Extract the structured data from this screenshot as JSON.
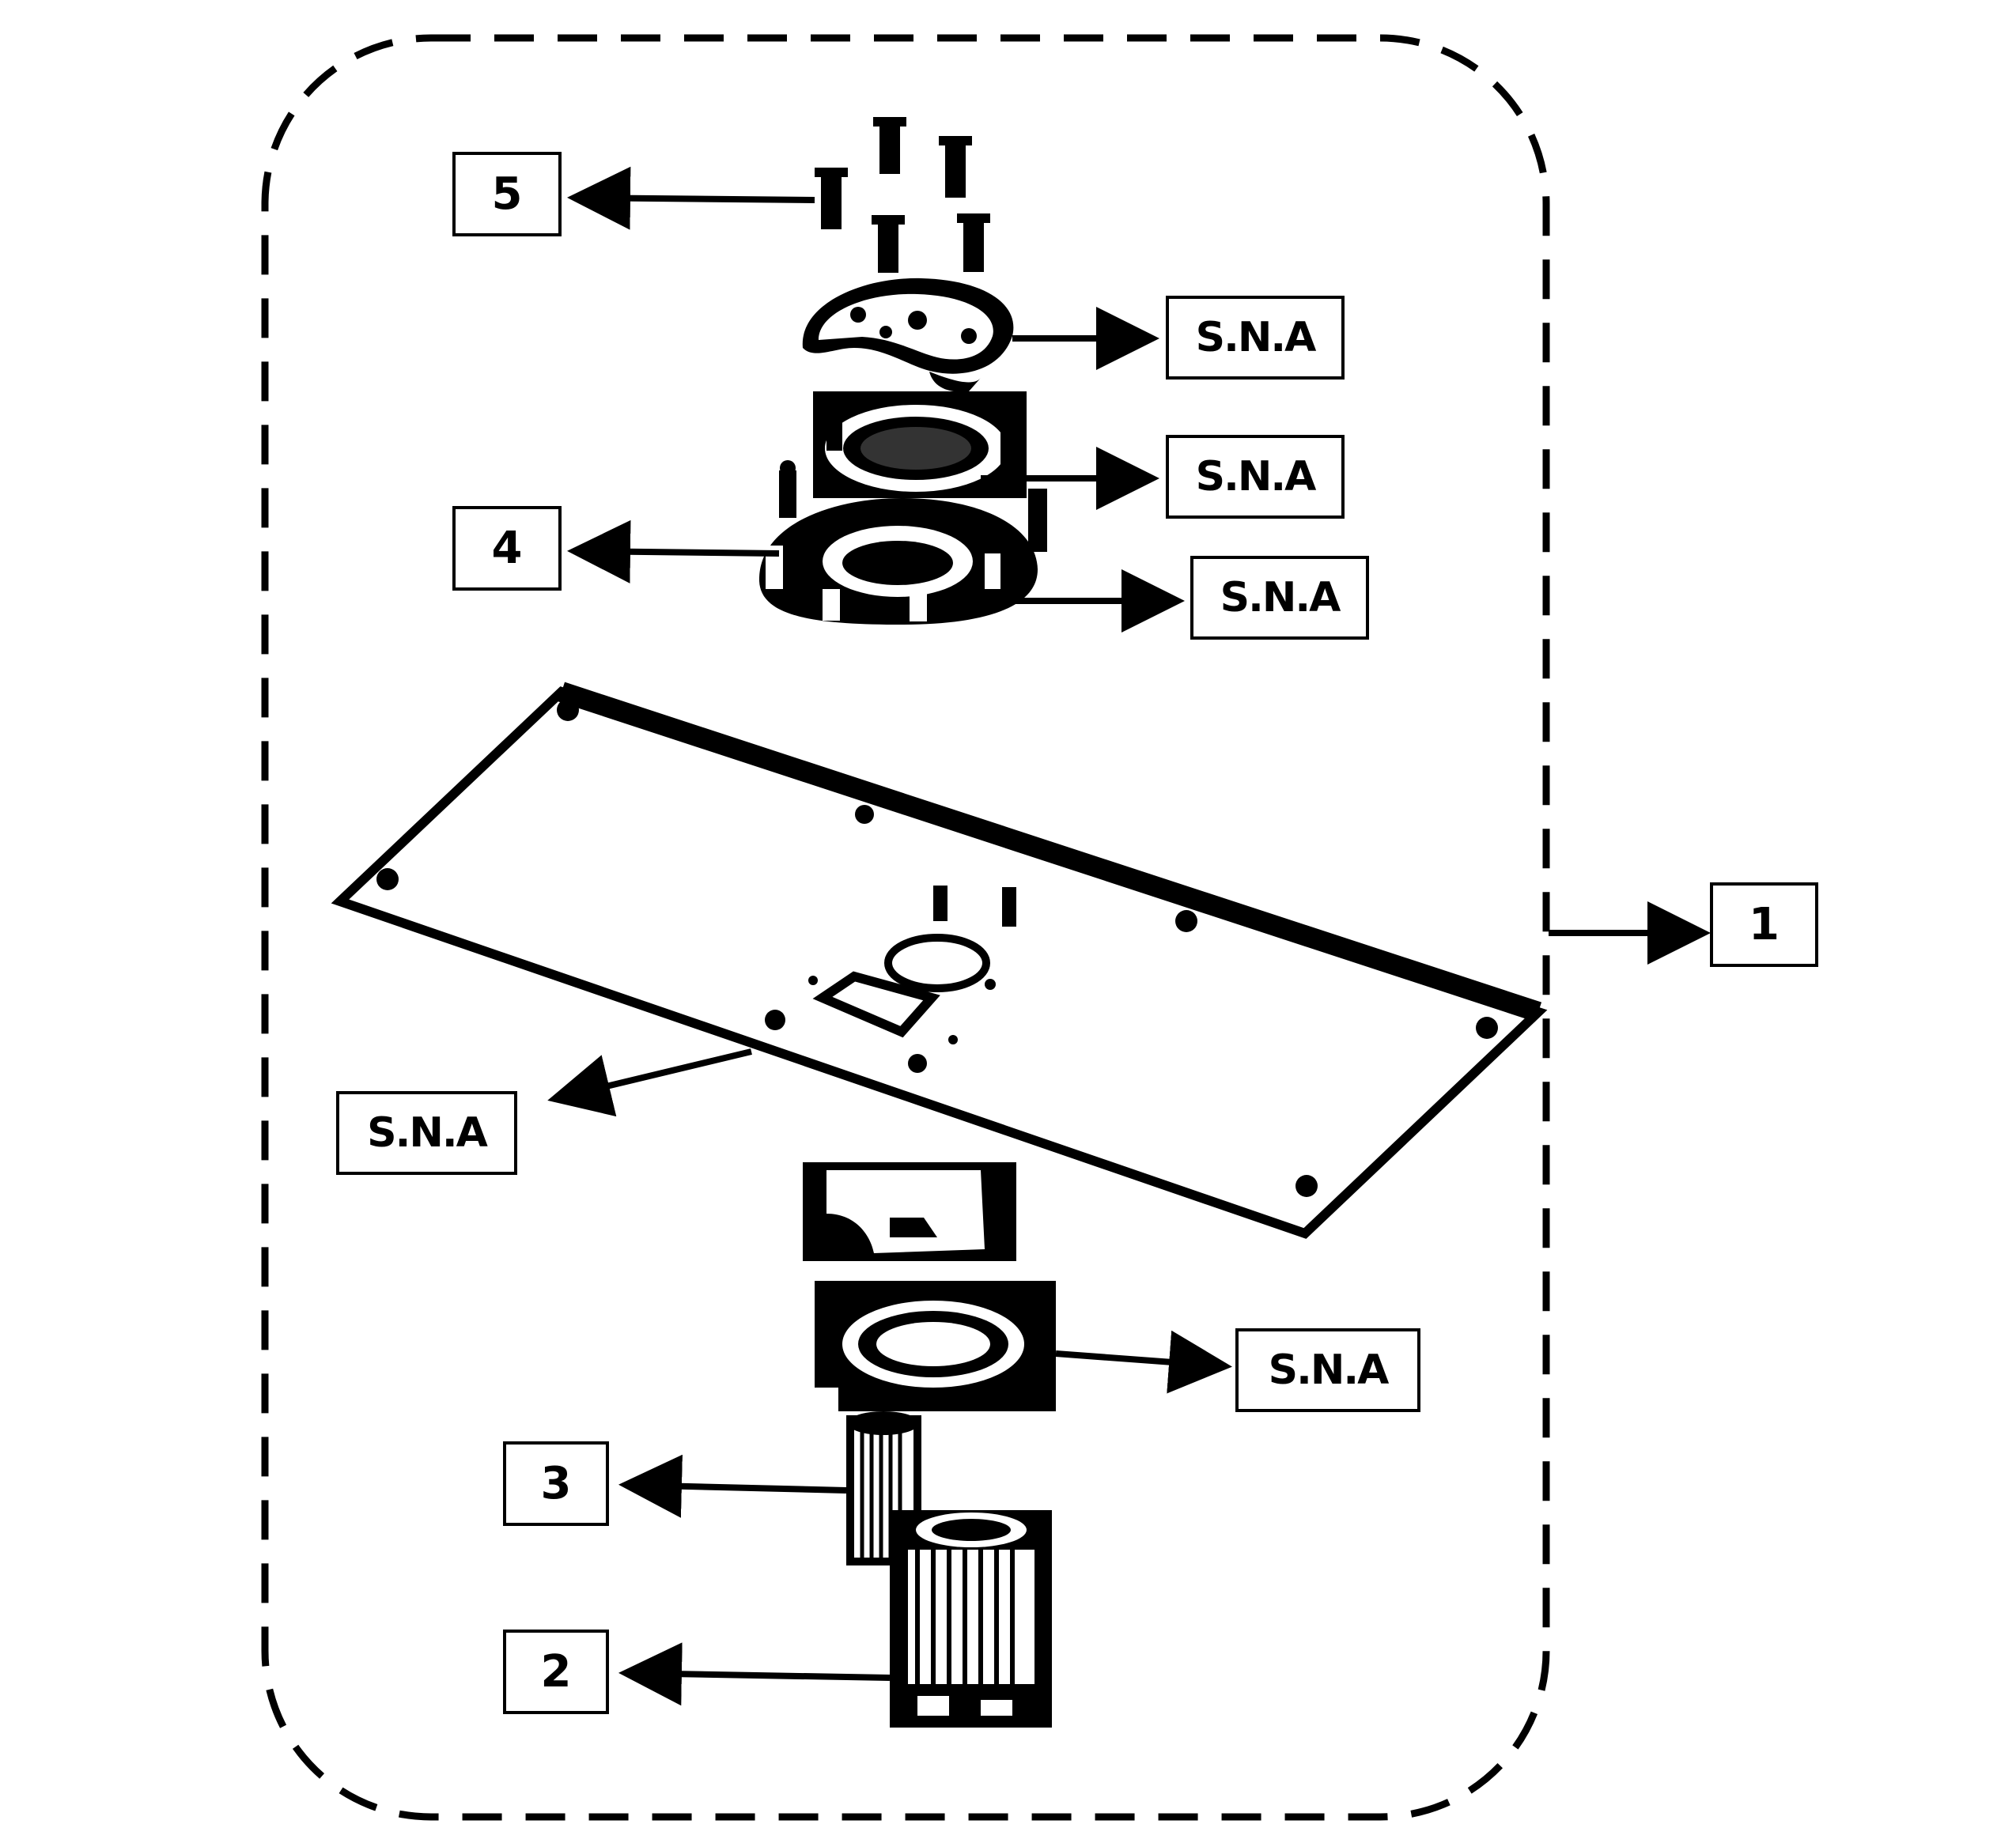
{
  "labels": {
    "part_1": "1",
    "part_2": "2",
    "part_3": "3",
    "part_4": "4",
    "part_5": "5",
    "sna_top_cap": "S.N.A",
    "sna_seal_ring": "S.N.A",
    "sna_base_flange": "S.N.A",
    "sna_plate": "S.N.A",
    "sna_lower_ring": "S.N.A"
  },
  "colors": {
    "ink": "#000000",
    "paper": "#ffffff"
  }
}
